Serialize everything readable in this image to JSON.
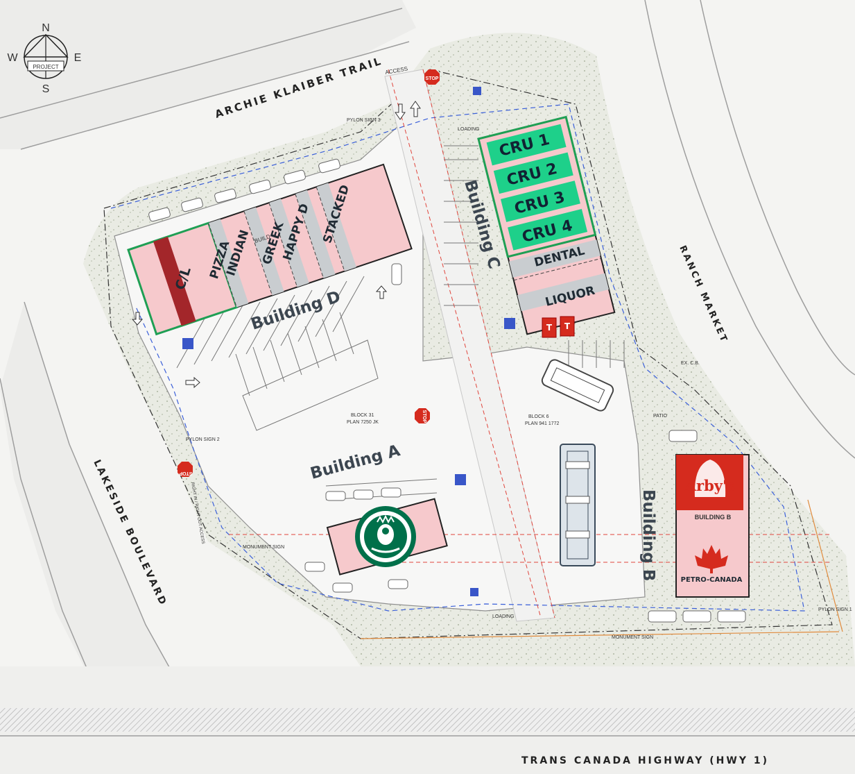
{
  "compass": {
    "n": "N",
    "s": "S",
    "e": "E",
    "w": "W",
    "center_label": "PROJECT"
  },
  "roads": {
    "archie_klaiber": "ARCHIE KLAIBER TRAIL",
    "ranch_market": "RANCH MARKET",
    "lakeside": "LAKESIDE BOULEVARD",
    "trans_canada": "TRANS CANADA HIGHWAY (HWY 1)"
  },
  "building_d": {
    "label": "Building D",
    "units": [
      "C/L",
      "PIZZA",
      "INDIAN",
      "GREEK",
      "HAPPY D",
      "STACKED"
    ],
    "small_label": "BUILD"
  },
  "building_c": {
    "label": "Building C",
    "units": [
      "CRU 1",
      "CRU 2",
      "CRU 3",
      "CRU 4",
      "DENTAL",
      "LIQUOR"
    ]
  },
  "building_a": {
    "label": "Building A"
  },
  "building_b": {
    "label": "Building B",
    "small_label": "BUILDING B",
    "arbys_logo_text": "Arby's",
    "petro_logo_text": "PETRO-CANADA"
  },
  "site_notes": {
    "access": "ACCESS",
    "loading_top": "LOADING",
    "loading_bottom": "LOADING",
    "pylon_1": "PYLON SIGN 1",
    "pylon_2": "PYLON SIGN 2",
    "pylon_3": "PYLON SIGN 3",
    "monument_left": "MONUMENT SIGN",
    "monument_bottom": "MONUMENT SIGN",
    "block_31": "BLOCK 31",
    "plan_31": "PLAN 7250 JK",
    "block_6": "BLOCK 6",
    "plan_6": "PLAN 941 1772",
    "patio": "PATIO",
    "right_in": "RIGHT IN / RIGHT OUT ACCESS",
    "ex_cb": "EX. C.B.",
    "stop": "STOP"
  },
  "colors": {
    "unit_fill": "#f6c9cc",
    "cru_green": "#1ed08a",
    "cl_red": "#a3262a",
    "arbys_red": "#d52b1e",
    "outline_green": "#1f9f54",
    "landscape": "#e9ebe3"
  },
  "icons": [
    "compass-rose",
    "stop-sign",
    "accessible-parking-icon",
    "ev-charger-icon",
    "starbucks-logo",
    "arbys-logo",
    "petro-canada-logo",
    "direction-arrow"
  ]
}
